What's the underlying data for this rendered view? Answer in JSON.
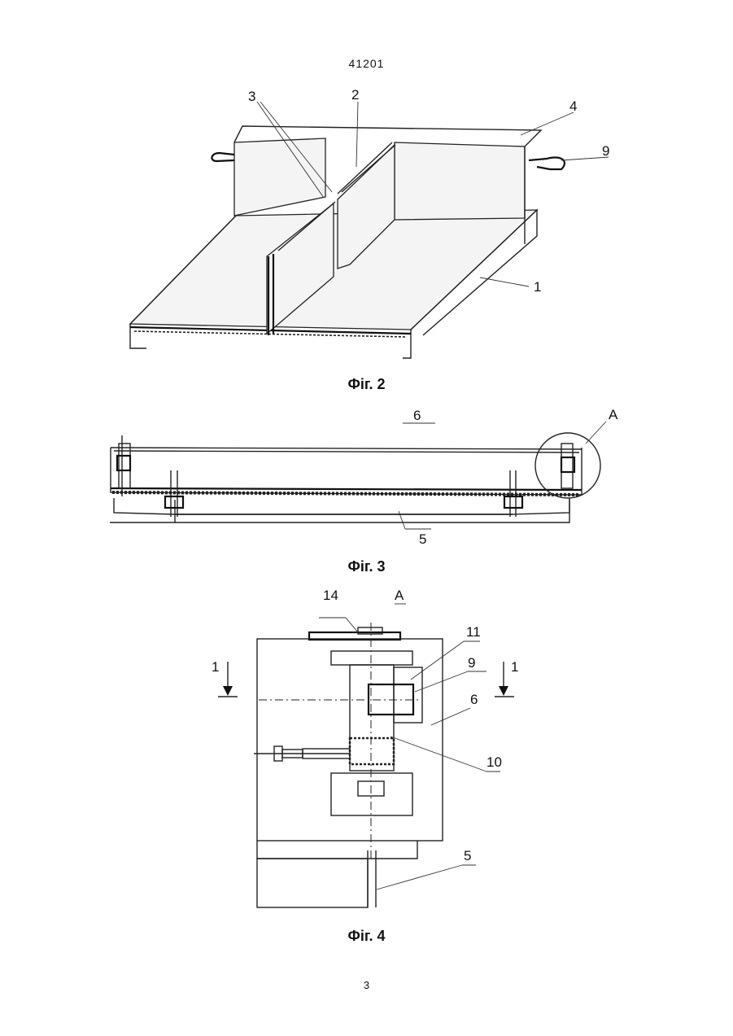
{
  "document_number": "41201",
  "page_number": "3",
  "figures": [
    {
      "caption": "Фіг. 2",
      "labels": [
        "3",
        "2",
        "4",
        "9",
        "1"
      ]
    },
    {
      "caption": "Фіг. 3",
      "labels": [
        "6",
        "A",
        "5"
      ]
    },
    {
      "caption": "Фіг. 4",
      "labels": [
        "14",
        "A",
        "11",
        "9",
        "6",
        "10",
        "5",
        "1",
        "1"
      ]
    }
  ]
}
